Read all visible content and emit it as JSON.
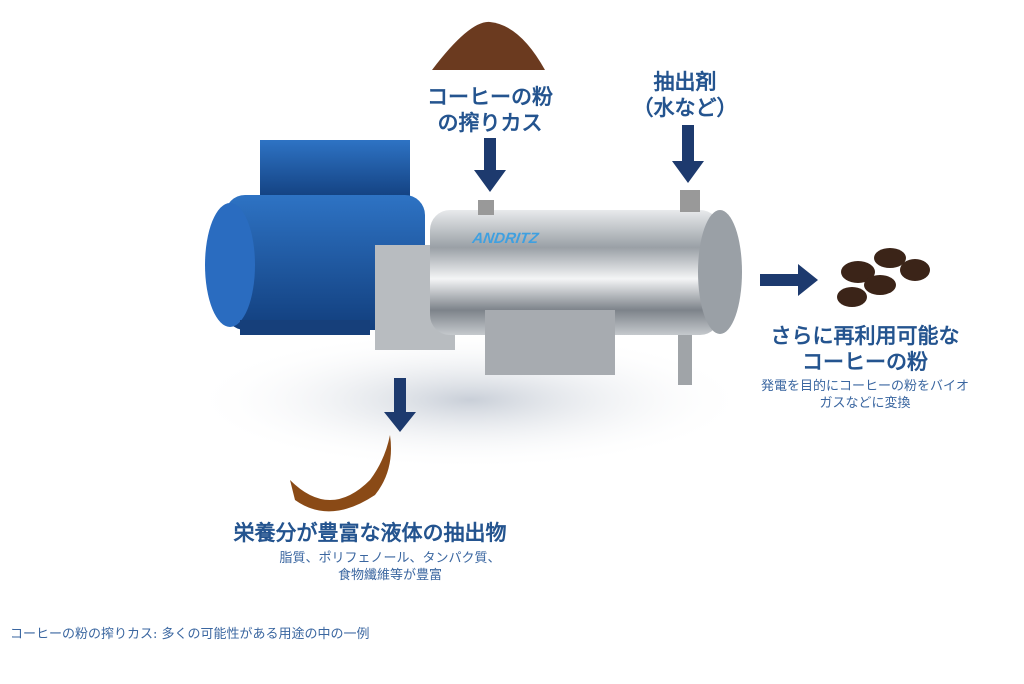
{
  "input_grounds": {
    "title_line1": "コーヒーの粉",
    "title_line2": "の搾りカス"
  },
  "solvent": {
    "title_line1": "抽出剤",
    "title_line2": "（水など）"
  },
  "machine": {
    "brand": "ANDRITZ"
  },
  "reusable": {
    "title_line1": "さらに再利用可能な",
    "title_line2": "コーヒーの粉",
    "desc_line1": "発電を目的にコーヒーの粉をバイオ",
    "desc_line2": "ガスなどに変換"
  },
  "extract": {
    "title": "栄養分が豊富な液体の抽出物",
    "desc_line1": "脂質、ポリフェノール、タンパク質、",
    "desc_line2": "食物纖維等が豊富"
  },
  "caption": "コーヒーの粉の搾りカス: 多くの可能性がある用途の中の一例",
  "colors": {
    "text": "#24548f",
    "arrow": "#1d3a6e",
    "motor": "#1f5fb0"
  }
}
